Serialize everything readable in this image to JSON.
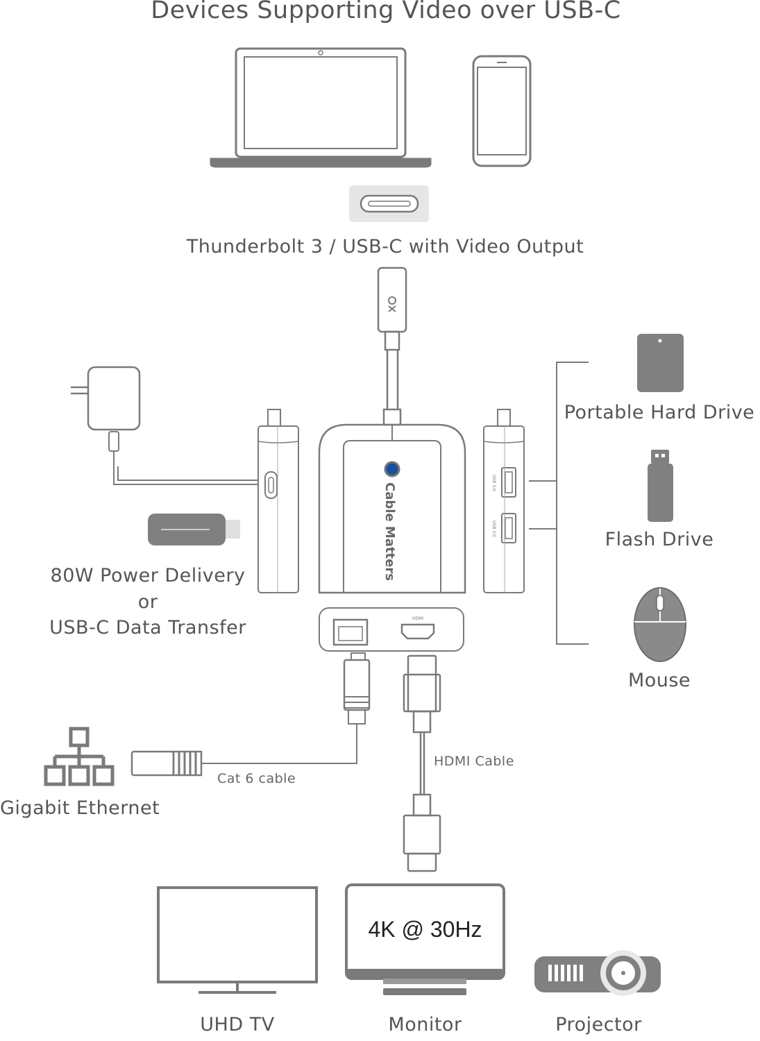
{
  "title": "Devices Supporting Video over USB-C",
  "labels": {
    "thunderbolt": "Thunderbolt 3 / USB-C with Video Output",
    "power_line1": "80W Power Delivery",
    "power_line2": "or",
    "power_line3": "USB-C Data Transfer",
    "hard_drive": "Portable Hard Drive",
    "flash_drive": "Flash Drive",
    "mouse": "Mouse",
    "cat6": "Cat 6 cable",
    "hdmi_cable": "HDMI Cable",
    "ethernet": "Gigabit Ethernet",
    "uhd_tv": "UHD TV",
    "monitor": "Monitor",
    "projector": "Projector",
    "resolution": "4K @ 30Hz"
  },
  "hub": {
    "brand": "Cable Matters",
    "hdmi_port": "HDMI",
    "usb_port_1": "USB 3.0",
    "usb_port_2": "USB 3.0"
  },
  "colors": {
    "stroke": "#7a7a7a",
    "fill": "#808080",
    "text": "#555555",
    "accent": "#1a4fa0"
  }
}
